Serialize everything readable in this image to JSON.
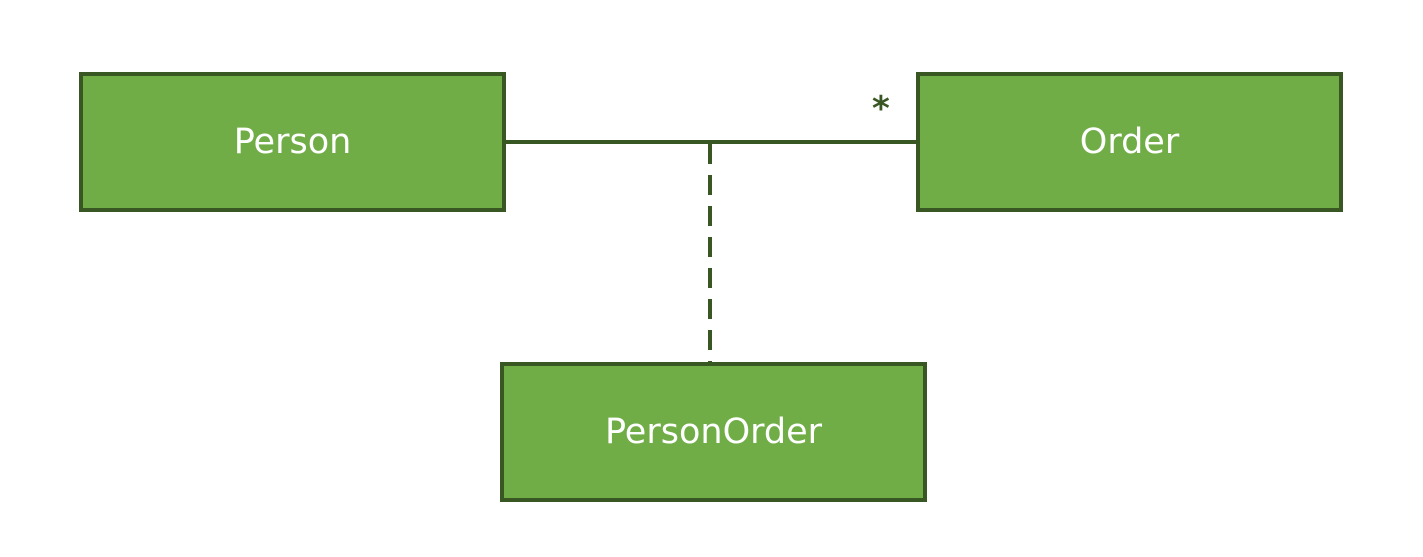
{
  "colors": {
    "fill": "#70ad47",
    "stroke": "#385723",
    "text": "#ffffff"
  },
  "classes": {
    "person": {
      "label": "Person"
    },
    "order": {
      "label": "Order"
    },
    "association_class": {
      "label": "PersonOrder"
    }
  },
  "association": {
    "order_multiplicity": "*",
    "style": "solid",
    "association_class_link_style": "dashed"
  }
}
